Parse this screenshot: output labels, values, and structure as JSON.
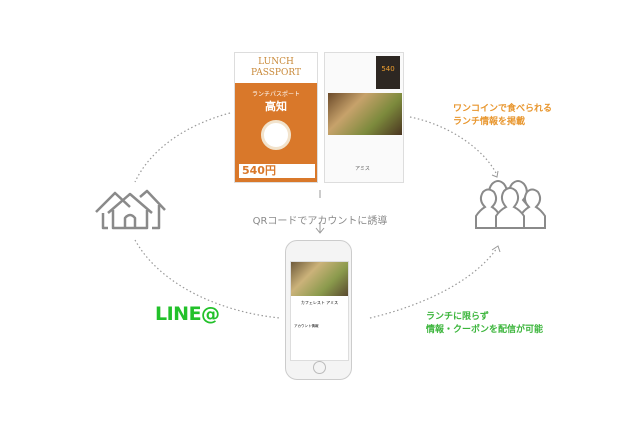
{
  "flyer_front": {
    "line1": "LUNCH",
    "line2": "PASSPORT",
    "subtitle": "ランチパスポート",
    "city": "高知",
    "price": "540円"
  },
  "flyer_back": {
    "price": "540",
    "shop": "アミス"
  },
  "qr_caption": "QRコードでアカウントに誘導",
  "phone": {
    "shop_name": "カフェレスト アミス",
    "section": "アカウント情報"
  },
  "line_logo": "LINE@",
  "orange_text": [
    "ワンコインで食べられる",
    "ランチ情報を掲載"
  ],
  "green_text": [
    "ランチに限らず",
    "情報・クーポンを配信が可能"
  ],
  "colors": {
    "orange": "#e8962e",
    "green": "#3bb53b",
    "line_green": "#22c12a",
    "icon_gray": "#8a8a8a"
  }
}
